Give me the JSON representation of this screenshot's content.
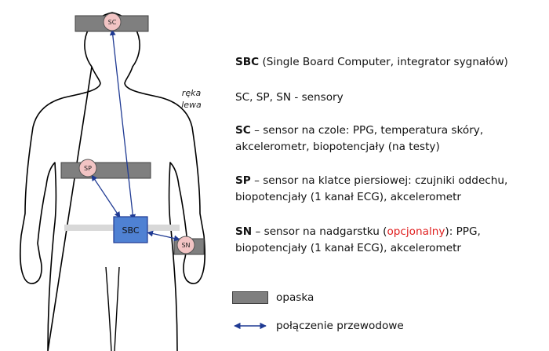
{
  "diagram": {
    "side_note_line1": "ręka",
    "side_note_line2": "lewa",
    "nodes": {
      "sc": "SC",
      "sp": "SP",
      "sbc": "SBC",
      "sn": "SN"
    }
  },
  "descriptions": {
    "sbc": {
      "abbr": "SBC",
      "text": " (Single Board Computer, integrator sygnałów)"
    },
    "sensors": {
      "text": "SC, SP, SN - sensory"
    },
    "sc": {
      "abbr": "SC",
      "line1": " – sensor na czole: PPG, temperatura skóry,",
      "line2": "akcelerometr, biopotencjały (na testy)"
    },
    "sp": {
      "abbr": "SP",
      "line1": " – sensor na klatce piersiowej: czujniki oddechu,",
      "line2": "biopotencjały (1 kanał ECG), akcelerometr"
    },
    "sn": {
      "abbr": "SN",
      "line1_pre": " – sensor na nadgarstku (",
      "optional": "opcjonalny",
      "line1_post": "): PPG,",
      "line2": "biopotencjały (1 kanał ECG), akcelerometr"
    }
  },
  "legend": {
    "band_label": "opaska",
    "wire_label": "połączenie przewodowe"
  },
  "colors": {
    "band": "#7f7f7f",
    "sensor_fill": "#f2c4c4",
    "sbc_fill": "#4f81d3",
    "wire": "#1f3a93",
    "optional_text": "#e02020"
  }
}
